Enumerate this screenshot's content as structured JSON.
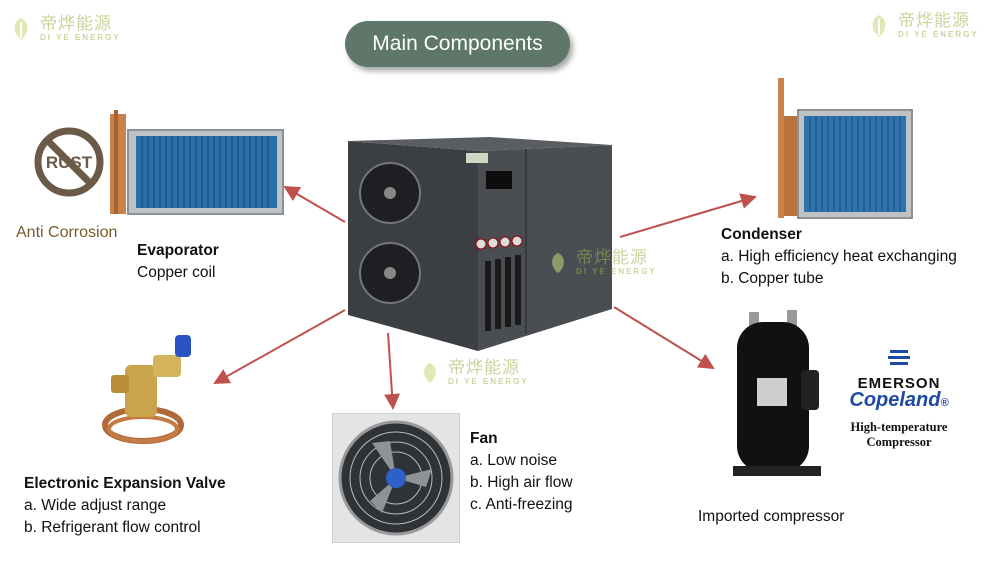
{
  "title": "Main Components",
  "watermark": {
    "cn": "帝烨能源",
    "en": "DI YE ENERGY"
  },
  "rust_badge": "RUST",
  "anti_corrosion": "Anti Corrosion",
  "evaporator": {
    "name": "Evaporator",
    "lines": [
      "Copper coil"
    ]
  },
  "condenser": {
    "name": "Condenser",
    "lines": [
      "a. High efficiency heat exchanging",
      "b. Copper tube"
    ]
  },
  "valve": {
    "name": "Electronic Expansion Valve",
    "lines": [
      "a. Wide adjust range",
      "b. Refrigerant flow control"
    ]
  },
  "fan": {
    "name": "Fan",
    "lines": [
      "a. Low noise",
      "b. High air flow",
      "c. Anti-freezing"
    ]
  },
  "compressor": {
    "caption": "Imported compressor",
    "brand1": "EMERSON",
    "brand2": "Copeland",
    "brand_trademark": "®",
    "subtitle1": "High-temperature",
    "subtitle2": "Compressor"
  },
  "colors": {
    "pill": "#5e7768",
    "arrow": "#c0504d",
    "anti_corrosion": "#7a5a2a",
    "copeland": "#1f4aa3",
    "coil": "#2b6fa8"
  }
}
